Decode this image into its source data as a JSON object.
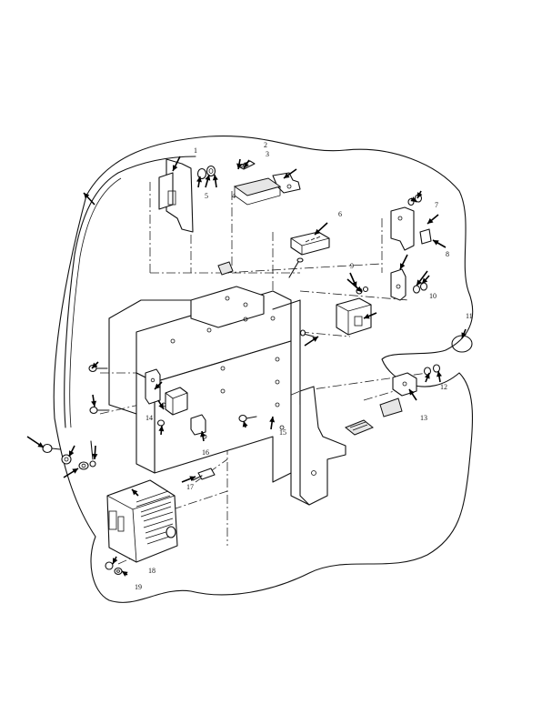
{
  "figure": {
    "type": "exploded-parts-diagram",
    "background": "#ffffff",
    "ink": "#111111"
  },
  "callouts": {
    "c01": "1",
    "c02": "2",
    "c03": "3",
    "c04": "4",
    "c05": "5",
    "c06": "6",
    "c07": "7",
    "c08": "8",
    "c09": "9",
    "c10": "10",
    "c11": "11",
    "c12": "12",
    "c13": "13",
    "c14": "14",
    "c15": "15",
    "c16": "16",
    "c17": "17",
    "c18": "18",
    "c19": "19"
  }
}
